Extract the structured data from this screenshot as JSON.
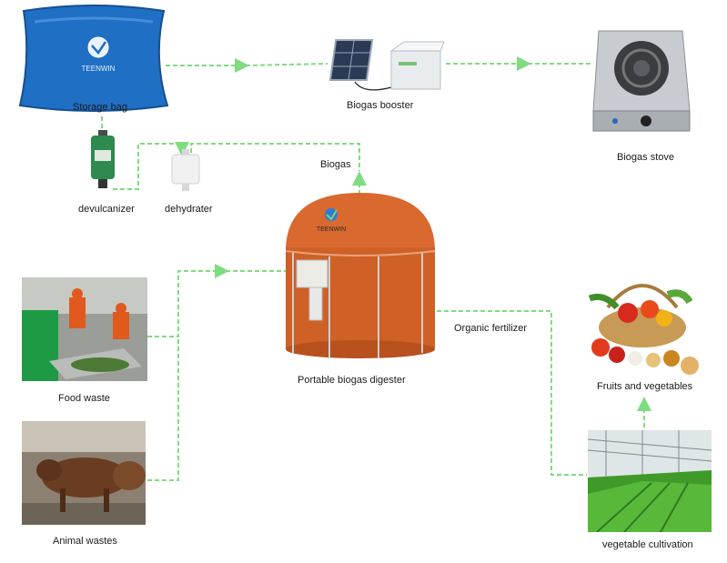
{
  "labels": {
    "storage_bag": "Storage bag",
    "biogas_booster": "Biogas booster",
    "biogas_stove": "Biogas stove",
    "devulcanizer": "devulcanizer",
    "dehydrater": "dehydrater",
    "biogas": "Biogas",
    "organic_fertilizer": "Organic fertilizer",
    "portable_digester": "Portable biogas digester",
    "food_waste": "Food waste",
    "animal_wastes": "Animal wastes",
    "fruits_vegetables": "Fruits and vegetables",
    "vegetable_cultivation": "vegetable cultivation"
  },
  "brand": {
    "bag_logo": "TEENWIN",
    "digester_logo": "TEENWIN"
  },
  "colors": {
    "flow_line": "#7fdc7f",
    "bag_blue": "#1f6fc4",
    "digester_orange": "#d9692e"
  }
}
